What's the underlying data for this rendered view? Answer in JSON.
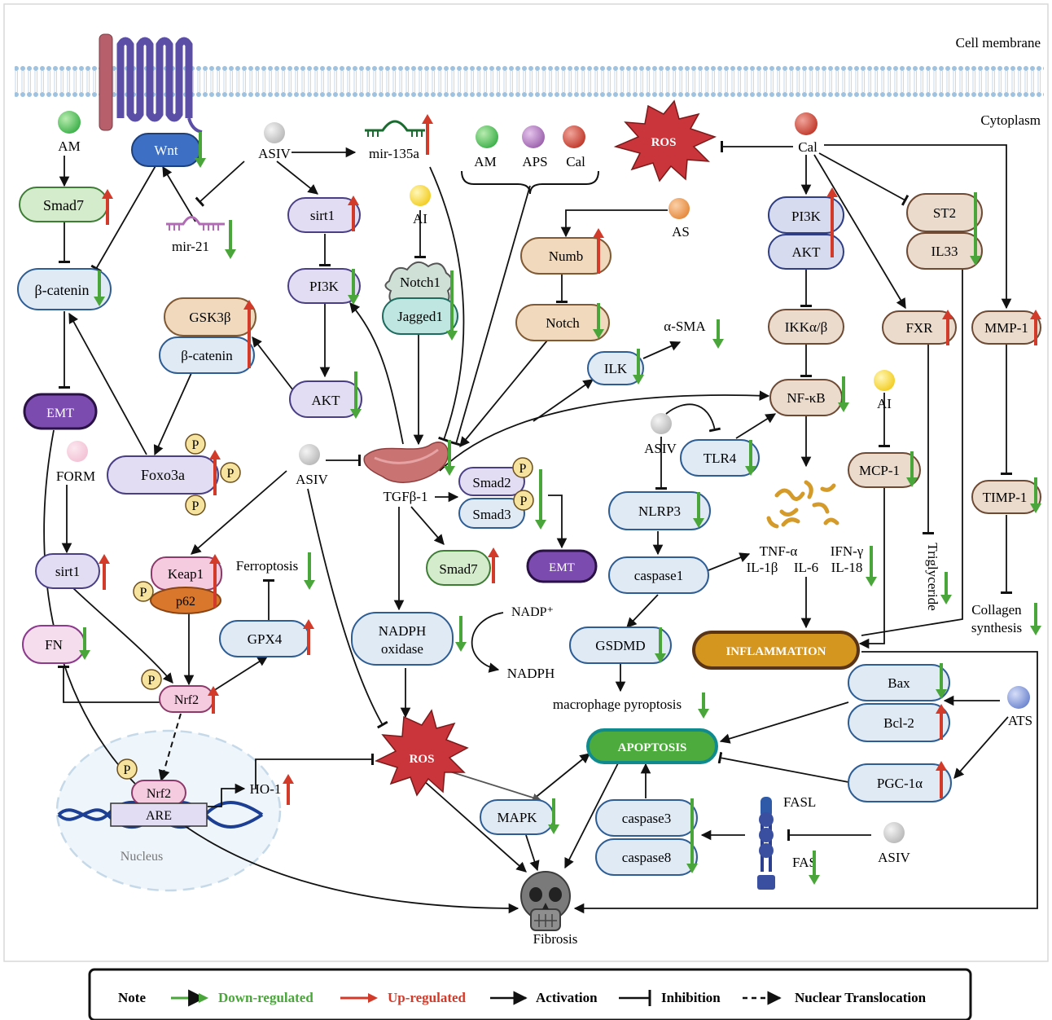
{
  "compartments": {
    "membrane": "Cell membrane",
    "cytoplasm": "Cytoplasm",
    "nucleus": "Nucleus"
  },
  "compounds": {
    "am": "AM",
    "asiv": "ASIV",
    "ai": "AI",
    "aps": "APS",
    "cal": "Cal",
    "as": "AS",
    "form": "FORM",
    "ats": "ATS"
  },
  "molecules": {
    "wnt": "Wnt",
    "smad7": "Smad7",
    "beta_catenin": "β-catenin",
    "mir21": "mir-21",
    "mir135a": "mir-135a",
    "sirt1": "sirt1",
    "pi3k": "PI3K",
    "akt": "AKT",
    "gsk3b": "GSK3β",
    "foxo3a": "Foxo3a",
    "emt": "EMT",
    "notch1": "Notch1",
    "jagged1": "Jagged1",
    "numb": "Numb",
    "notch": "Notch",
    "ilk": "ILK",
    "alpha_sma": "α-SMA",
    "tgfb1": "TGFβ-1",
    "smad2": "Smad2",
    "smad3": "Smad3",
    "keap1": "Keap1",
    "p62": "p62",
    "ferroptosis": "Ferroptosis",
    "gpx4": "GPX4",
    "fn": "FN",
    "nrf2": "Nrf2",
    "are": "ARE",
    "ho1": "HO-1",
    "nadph_oxidase_1": "NADPH",
    "nadph_oxidase_2": "oxidase",
    "nadp": "NADP⁺",
    "nadph": "NADPH",
    "ros": "ROS",
    "ikk": "IKKα/β",
    "nfkb": "NF-κB",
    "tlr4": "TLR4",
    "nlrp3": "NLRP3",
    "caspase1": "caspase1",
    "gsdmd": "GSDMD",
    "pyroptosis": "macrophage  pyroptosis",
    "tnf": "TNF-α",
    "ifn": "IFN-γ",
    "il1b": "IL-1β",
    "il6": "IL-6",
    "il18": "IL-18",
    "st2": "ST2",
    "il33": "IL33",
    "fxr": "FXR",
    "mmp1": "MMP-1",
    "mcp1": "MCP-1",
    "timp1": "TIMP-1",
    "triglyceride": "Triglyceride",
    "collagen_1": "Collagen",
    "collagen_2": "synthesis",
    "inflammation": "INFLAMMATION",
    "bax": "Bax",
    "bcl2": "Bcl-2",
    "pgc1a": "PGC-1α",
    "apoptosis": "APOPTOSIS",
    "mapk": "MAPK",
    "caspase3": "caspase3",
    "caspase8": "caspase8",
    "fasl": "FASL",
    "fas": "FAS",
    "fibrosis": "Fibrosis",
    "p": "P"
  },
  "legend": {
    "note": "Note",
    "down": "Down-regulated",
    "up": "Up-regulated",
    "activation": "Activation",
    "inhibition": "Inhibition",
    "translocation": "Nuclear Translocation"
  },
  "colors": {
    "down": "#4aa63a",
    "up": "#d23a2a",
    "blue_node": "#dfeaf5",
    "purple_node": "#e2ddf2",
    "brown_node": "#f0d9bd",
    "tan_node": "#eadbcd",
    "pink_node": "#f5cbe0",
    "ros": "#c9353a",
    "inflammation": "#d4961f",
    "apoptosis": "#4cab3c",
    "emt": "#7b4bb0"
  }
}
